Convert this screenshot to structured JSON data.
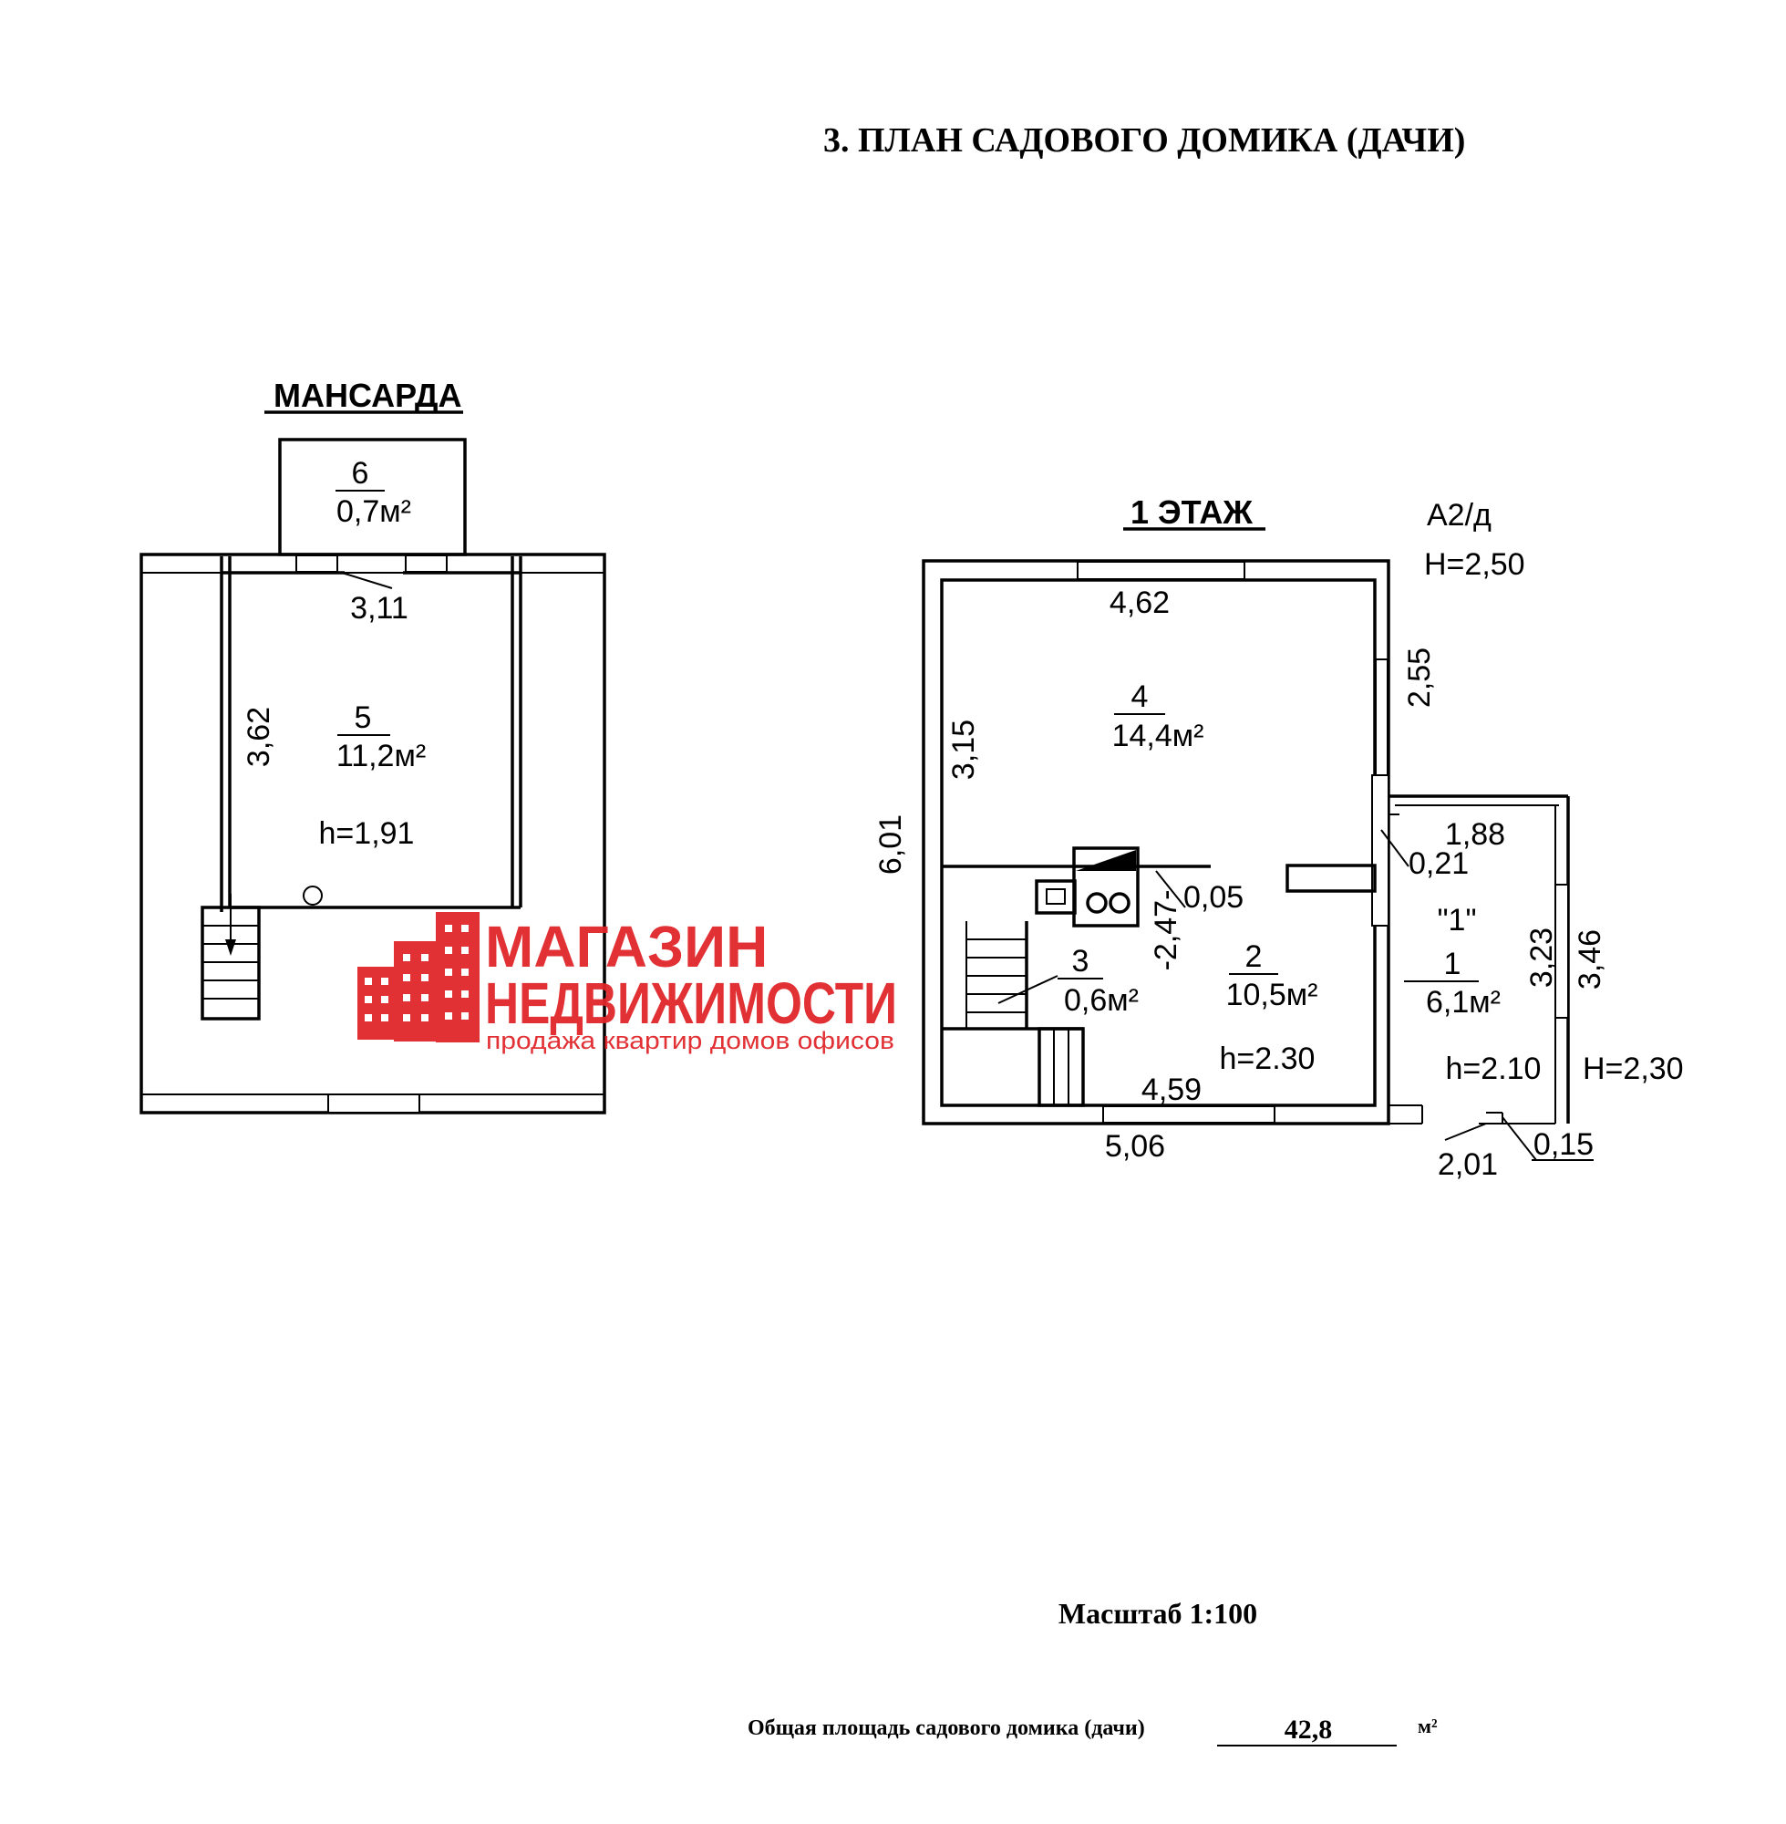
{
  "header": {
    "title": "3. ПЛАН САДОВОГО ДОМИКА (ДАЧИ)"
  },
  "mansard": {
    "label": "МАНСАРДА",
    "room6_num": "6",
    "room6_area": "0,7м²",
    "room5_num": "5",
    "room5_area": "11,2м²",
    "room5_height": "h=1,91",
    "dim_top": "3,11",
    "dim_left": "3,62"
  },
  "floor1": {
    "label": "1 ЭТАЖ",
    "code": "А2/д",
    "height_total": "Н=2,50",
    "room4_num": "4",
    "room4_area": "14,4м²",
    "room2_num": "2",
    "room2_area": "10,5м²",
    "room2_height": "h=2.30",
    "room3_num": "3",
    "room3_area": "0,6м²",
    "dim_462": "4,62",
    "dim_255": "2,55",
    "dim_315": "3,15",
    "dim_601": "6,01",
    "dim_247": "-2,47-",
    "dim_005": "0,05",
    "dim_459": "4,59",
    "dim_506": "5,06"
  },
  "veranda": {
    "label": "\"1\"",
    "room1_num": "1",
    "room1_area": "6,1м²",
    "room1_height": "h=2.10",
    "height_outer": "Н=2,30",
    "dim_188": "1,88",
    "dim_021": "0,21",
    "dim_323": "3,23",
    "dim_346": "3,46",
    "dim_201": "2,01",
    "dim_015": "0,15"
  },
  "footer": {
    "scale": "Масштаб 1:100",
    "total_area_label": "Общая площадь садового домика (дачи)",
    "total_area_value": "42,8",
    "total_area_unit": "м²"
  },
  "watermark": {
    "line1": "МАГАЗИН",
    "line2": "НЕДВИЖИМОСТИ",
    "line3": "продажа квартир домов офисов",
    "color": "#e0262b"
  }
}
